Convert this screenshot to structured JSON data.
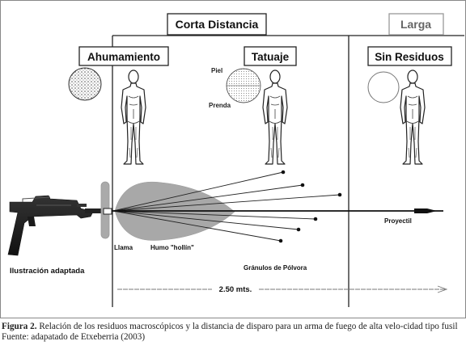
{
  "header": {
    "short_range": "Corta Distancia",
    "long_range": "Larga"
  },
  "zones": {
    "smoke": "Ahumamiento",
    "tattoo": "Tatuaje",
    "none": "Sin Residuos"
  },
  "tattoo_labels": {
    "skin": "Piel",
    "garment": "Prenda"
  },
  "parts": {
    "illustration": "Ilustración adaptada",
    "flame": "Llama",
    "soot": "Humo \"hollín\"",
    "grains": "Gránulos de Pólvora",
    "projectile": "Proyectil",
    "distance": "2.50 mts."
  },
  "caption": {
    "label": "Figura 2.",
    "text": " Relación de los residuos macroscópicos y la distancia de disparo para un arma de fuego de alta velo-cidad tipo fusil",
    "source": "Fuente: adapatado de Etxeberria (2003)"
  }
}
